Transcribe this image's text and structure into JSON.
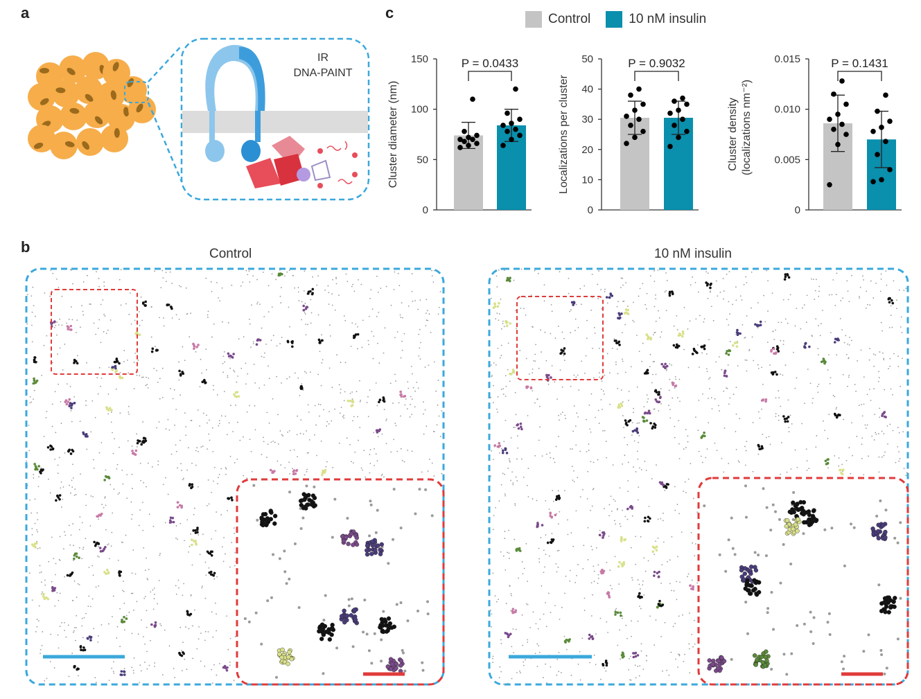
{
  "panels": {
    "a": "a",
    "b": "b",
    "c": "c"
  },
  "schematic": {
    "label_line1": "IR",
    "label_line2": "DNA-PAINT"
  },
  "legend": [
    {
      "label": "Control",
      "color": "#c4c4c4"
    },
    {
      "label": "10 nM insulin",
      "color": "#0a8fad"
    }
  ],
  "colors": {
    "control": "#c4c4c4",
    "insulin": "#0a8fad",
    "frame_blue": "#3aa8dc",
    "frame_red": "#e03a3a"
  },
  "chart_data": [
    {
      "type": "bar",
      "ylabel": "Cluster diameter (nm)",
      "categories": [
        "Control",
        "10 nM insulin"
      ],
      "values": [
        74,
        84
      ],
      "error": [
        13,
        16
      ],
      "ylim": [
        0,
        150
      ],
      "yticks": [
        "0",
        "50",
        "100",
        "150"
      ],
      "pvalue_label": "P = 0.0433",
      "points": [
        [
          62,
          64,
          66,
          68,
          70,
          70,
          72,
          74,
          78,
          110
        ],
        [
          64,
          70,
          74,
          78,
          80,
          84,
          86,
          90,
          96,
          120
        ]
      ]
    },
    {
      "type": "bar",
      "ylabel": "Localizations per cluster",
      "categories": [
        "Control",
        "10 nM insulin"
      ],
      "values": [
        30.5,
        30.5
      ],
      "error": [
        5.5,
        5.5
      ],
      "ylim": [
        0,
        50
      ],
      "yticks": [
        "0",
        "10",
        "20",
        "30",
        "40",
        "50"
      ],
      "pvalue_label": "P = 0.9032",
      "points": [
        [
          22,
          24,
          26,
          28,
          30,
          31,
          33,
          35,
          38,
          40
        ],
        [
          21,
          24,
          26,
          28,
          30,
          32,
          33,
          35,
          36,
          37
        ]
      ]
    },
    {
      "type": "bar",
      "ylabel": "Cluster density",
      "ylabel2": "(localizations nm⁻²)",
      "categories": [
        "Control",
        "10 nM insulin"
      ],
      "values": [
        0.0086,
        0.007
      ],
      "error": [
        0.0028,
        0.0028
      ],
      "ylim": [
        0,
        0.015
      ],
      "yticks": [
        "0",
        "0.005",
        "0.010",
        "0.015"
      ],
      "pvalue_label": "P = 0.1431",
      "points": [
        [
          0.0025,
          0.0065,
          0.0075,
          0.008,
          0.0085,
          0.009,
          0.0095,
          0.0105,
          0.0115,
          0.0128
        ],
        [
          0.0028,
          0.003,
          0.004,
          0.0055,
          0.0068,
          0.0078,
          0.0082,
          0.0088,
          0.0098,
          0.0114
        ]
      ]
    }
  ],
  "conditions": {
    "left_title": "Control",
    "right_title": "10 nM insulin"
  }
}
